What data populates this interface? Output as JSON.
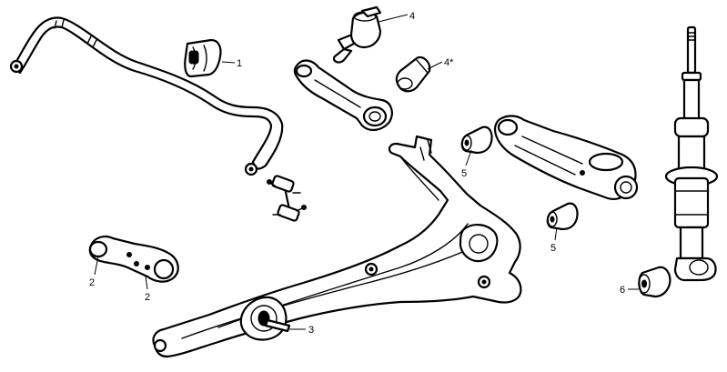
{
  "callouts": {
    "c1": "1",
    "c2a": "2",
    "c2b": "2",
    "c3": "3",
    "c4": "4",
    "c4s": "4*",
    "c5a": "5",
    "c5b": "5",
    "c6": "6"
  }
}
